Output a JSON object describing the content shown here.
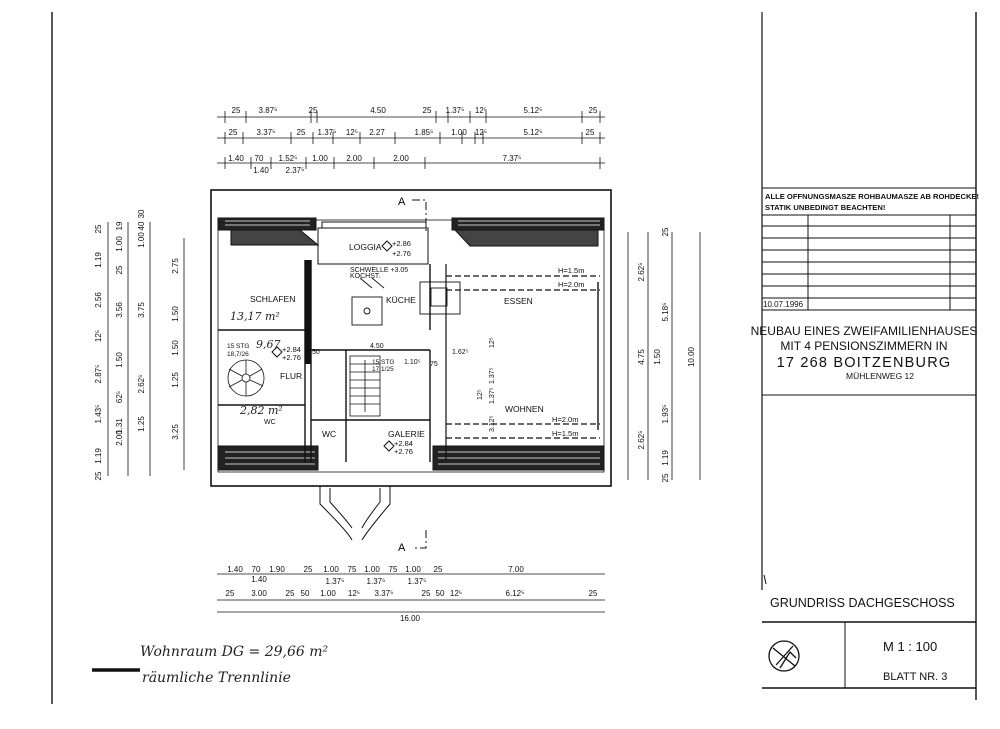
{
  "title_block": {
    "note_line1": "ALLE OFFNUNGSMASZE ROHBAUMASZE AB ROHDECKE!",
    "note_line2": "STATIK UNBEDINGT BEACHTEN!",
    "date": "10.07.1996",
    "project_line1": "NEUBAU EINES ZWEIFAMILIENHAUSES",
    "project_line2": "MIT 4 PENSIONSZIMMERN IN",
    "project_line3": "17 268 BOITZENBURG",
    "project_line4": "MÜHLENWEG 12",
    "drawing_title": "GRUNDRISS DACHGESCHOSS",
    "scale": "M  1 : 100",
    "sheet": "BLATT NR.  3"
  },
  "handwritten": {
    "living_area": "Wohnraum  DG  =  29,66 m²",
    "legend": "räumliche Trennlinie",
    "area_schlafen": "13,17 m²",
    "area_flur": "9,67",
    "area_wc": "2,82 m²"
  },
  "rooms": {
    "loggia": "LOGGIA",
    "schlafen": "SCHLAFEN",
    "kueche": "KÜCHE",
    "essen": "ESSEN",
    "flur": "FLUR",
    "wohnen": "WOHNEN",
    "wc": "WC",
    "wc2": "WC",
    "galerie": "GALERIE",
    "kochst": "KOCHST.",
    "schwelle": "SCHWELLE +3.05",
    "stairs1": "15 STG",
    "stairs1b": "18,7/26",
    "stairs2": "15 STG",
    "stairs2b": "17,1/25"
  },
  "levels": {
    "loggia_1": "+2.86",
    "loggia_2": "+2.76",
    "flur_1": "+2.84",
    "flur_2": "+2.76",
    "galerie_1": "+2.84",
    "galerie_2": "+2.76",
    "h15_top": "H=1.5m",
    "h20_top": "H=2.0m",
    "h20_bot": "H=2.0m",
    "h15_bot": "H=1.5m"
  },
  "section": {
    "a_top": "A",
    "a_bottom": "A"
  },
  "dims": {
    "top_row1": [
      "25",
      "3.87⁵",
      "25",
      "4.50",
      "25",
      "1.37⁵",
      "12⁵",
      "5.12⁵",
      "25"
    ],
    "top_row2": [
      "25",
      "3.37⁵",
      "25",
      "1.37⁵",
      "12⁵",
      "2.27",
      "1.85⁵",
      "1.00",
      "12⁵",
      "5.12⁵",
      "25"
    ],
    "top_row3": [
      "1.40",
      "70",
      "1.52⁵",
      "1.00",
      "2.00",
      "2.00",
      "7.37⁵"
    ],
    "top_row3b": [
      "1.40",
      "2.37⁵"
    ],
    "bot_row1": [
      "1.40",
      "70",
      "1.90",
      "25",
      "1.00",
      "75",
      "1.00",
      "75",
      "1.00",
      "25",
      "7.00"
    ],
    "bot_row1b": [
      "1.40",
      "1.37⁵",
      "1.37⁵",
      "1.37⁵"
    ],
    "bot_row2": [
      "25",
      "3.00",
      "25",
      "50",
      "1.00",
      "12⁵",
      "3.37⁵",
      "25",
      "50",
      "12⁵",
      "6.12⁵",
      "25"
    ],
    "bot_total": "16.00",
    "left_col1": [
      "25",
      "1.19",
      "1.00",
      "19",
      "30",
      "25",
      "2.56",
      "3.56",
      "12⁵",
      "2.87⁵",
      "62⁵",
      "1.43⁵",
      "1.31",
      "1.19",
      "25"
    ],
    "left_col2": [
      "1.00",
      "40",
      "2.75",
      "3.75",
      "1.50",
      "2.62⁵",
      "1.25",
      "2.00",
      "3.25"
    ],
    "left_col3": [
      "1.50",
      "1.50",
      "1.25"
    ],
    "right_col1": [
      "2.62⁵",
      "4.75",
      "2.62⁵",
      "1.19",
      "25",
      "25"
    ],
    "right_col2": [
      "5.18⁵",
      "1.50",
      "1.93⁵"
    ],
    "right_total": "10.00",
    "inner": [
      "4.50",
      "1.62⁵",
      "1.10⁵",
      "75",
      "12⁵",
      "1.37⁵",
      "3.12⁵",
      "1.37⁵",
      "12⁵",
      "50"
    ]
  }
}
